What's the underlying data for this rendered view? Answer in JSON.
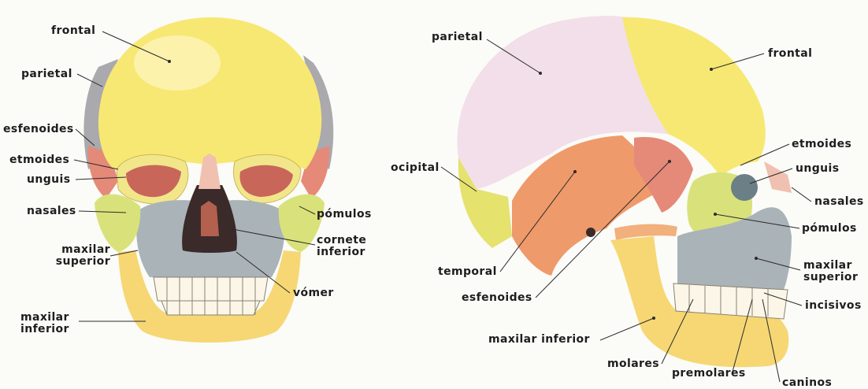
{
  "front": {
    "frontal": "frontal",
    "parietal": "parietal",
    "esfenoides": "esfenoides",
    "etmoides": "etmoides",
    "unguis": "unguis",
    "nasales": "nasales",
    "maxilar_superior": [
      "maxilar",
      "superior"
    ],
    "maxilar_inferior": [
      "maxilar",
      "inferior"
    ],
    "pomulos": "pómulos",
    "cornete_inferior": [
      "cornete",
      "inferior"
    ],
    "vomer": "vómer"
  },
  "side": {
    "parietal": "parietal",
    "frontal": "frontal",
    "etmoides": "etmoides",
    "unguis": "unguis",
    "nasales": "nasales",
    "ocipital": "ocipital",
    "pomulos": "pómulos",
    "maxilar_superior": [
      "maxilar",
      "superior"
    ],
    "incisivos": "incisivos",
    "temporal": "temporal",
    "esfenoides": "esfenoides",
    "maxilar_inferior": "maxilar inferior",
    "molares": "molares",
    "premolares": "premolares",
    "caninos": "caninos"
  },
  "colors": {
    "frontal": "#f7e873",
    "parietal": "#a9a9ae",
    "parietal_side": "#f2dfe9",
    "temporal": "#ef9a6a",
    "esfenoides": "#e58a78",
    "pomulos": "#d9e27a",
    "maxilar_superior": "#aab3b8",
    "maxilar_inferior": "#f6d774",
    "nasales": "#f0c0b0",
    "teeth": "#fbf6e8"
  }
}
